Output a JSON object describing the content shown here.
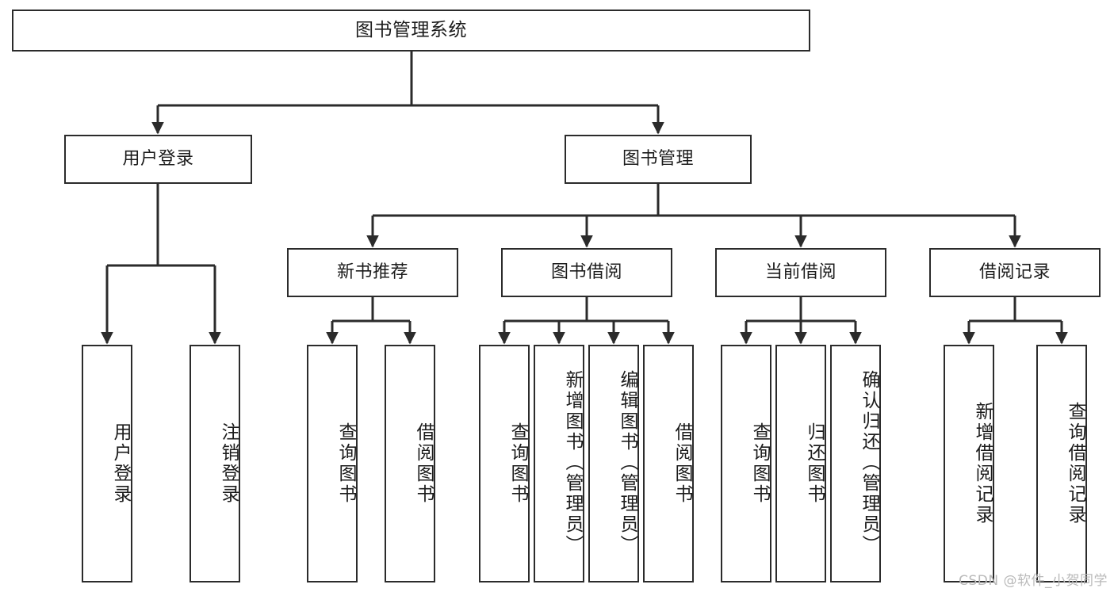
{
  "diagram": {
    "type": "tree",
    "title": "图书管理系统",
    "root": {
      "label": "图书管理系统"
    },
    "level2": [
      {
        "label": "用户登录"
      },
      {
        "label": "图书管理"
      }
    ],
    "level3": [
      {
        "label": "新书推荐"
      },
      {
        "label": "图书借阅"
      },
      {
        "label": "当前借阅"
      },
      {
        "label": "借阅记录"
      }
    ],
    "leaves": {
      "user_login": [
        {
          "label": "用户登录"
        },
        {
          "label": "注销登录"
        }
      ],
      "new_book": [
        {
          "label": "查询图书"
        },
        {
          "label": "借阅图书"
        }
      ],
      "book_borrow": [
        {
          "label": "查询图书"
        },
        {
          "label": "新增图书（管理员）"
        },
        {
          "label": "编辑图书（管理员）"
        },
        {
          "label": "借阅图书"
        }
      ],
      "current_borrow": [
        {
          "label": "查询图书"
        },
        {
          "label": "归还图书"
        },
        {
          "label": "确认归还（管理员）"
        }
      ],
      "borrow_record": [
        {
          "label": "新增借阅记录"
        },
        {
          "label": "查询借阅记录"
        }
      ]
    }
  },
  "watermark": {
    "text": "CSDN @软件_小贺同学"
  },
  "colors": {
    "border": "#2b2b2b",
    "background": "#ffffff",
    "text": "#1c1c1c",
    "watermark": "#b9b9b9"
  }
}
